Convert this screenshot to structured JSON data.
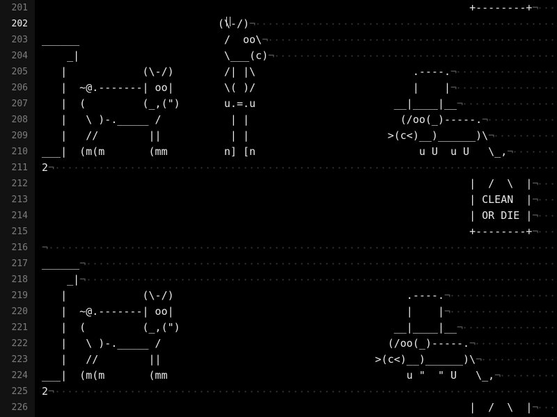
{
  "editor": {
    "active_line": 202,
    "eol_marker": "¬",
    "lines": [
      {
        "n": 201,
        "text": "                                                                    +--------+"
      },
      {
        "n": 202,
        "text": "                            (\\-/)"
      },
      {
        "n": 203,
        "text": "______                       /  oo\\"
      },
      {
        "n": 204,
        "text": "    _|                       \\___(c)"
      },
      {
        "n": 205,
        "text": "   |            (\\-/)        /| |\\                         .----."
      },
      {
        "n": 206,
        "text": "   |  ~@.-------| oo|        \\( )/                         |    |"
      },
      {
        "n": 207,
        "text": "   |  (         (_,(\")       u.=.u                      __|____|__"
      },
      {
        "n": 208,
        "text": "   |   \\ )-._____ /           | |                        (/oo(_)-----."
      },
      {
        "n": 209,
        "text": "   |   //        ||           | |                      >(c<)__)______)\\"
      },
      {
        "n": 210,
        "text": "___|  (m(m       (mm         n] [n                          u U  u U   \\_,"
      },
      {
        "n": 211,
        "text": "2"
      },
      {
        "n": 212,
        "text": "                                                                    |  /  \\  |"
      },
      {
        "n": 213,
        "text": "                                                                    | CLEAN  |"
      },
      {
        "n": 214,
        "text": "                                                                    | OR DIE |"
      },
      {
        "n": 215,
        "text": "                                                                    +--------+"
      },
      {
        "n": 216,
        "text": ""
      },
      {
        "n": 217,
        "text": "______"
      },
      {
        "n": 218,
        "text": "    _|"
      },
      {
        "n": 219,
        "text": "   |            (\\-/)                                     .----."
      },
      {
        "n": 220,
        "text": "   |  ~@.-------| oo|                                     |    |"
      },
      {
        "n": 221,
        "text": "   |  (         (_,(\")                                  __|____|__"
      },
      {
        "n": 222,
        "text": "   |   \\ )-._____ /                                    (/oo(_)-----."
      },
      {
        "n": 223,
        "text": "   |   //        ||                                  >(c<)__)______)\\"
      },
      {
        "n": 224,
        "text": "___|  (m(m       (mm                                      u \"  \" U   \\_,"
      },
      {
        "n": 225,
        "text": "2"
      },
      {
        "n": 226,
        "text": "                                                                    |  /  \\  |"
      }
    ]
  }
}
